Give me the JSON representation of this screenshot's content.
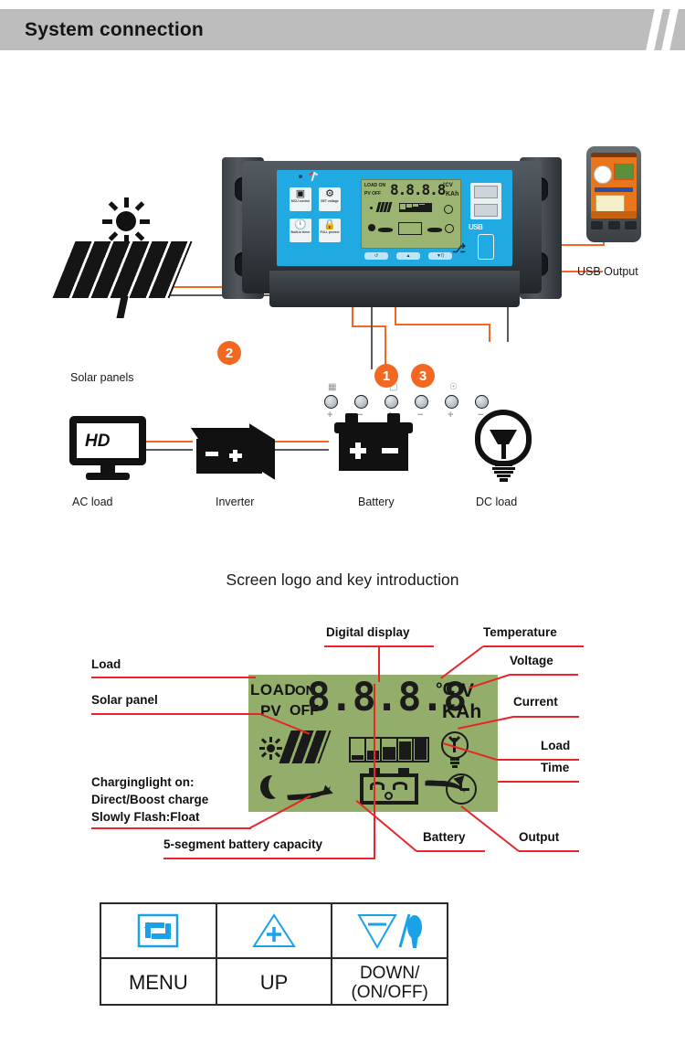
{
  "header": {
    "title": "System connection"
  },
  "diagram": {
    "labels": {
      "usb_output": "USB Output",
      "solar_panels": "Solar panels",
      "ac_load": "AC load",
      "inverter": "Inverter",
      "battery": "Battery",
      "dc_load": "DC load"
    },
    "badges": [
      "2",
      "1",
      "3"
    ],
    "controller": {
      "features": [
        {
          "glyph": "⧉",
          "caption": "MCU control",
          "icon": "mcu-chip-icon"
        },
        {
          "glyph": "⚙",
          "caption": "SET voltage",
          "icon": "gear-icon"
        },
        {
          "glyph": "◴",
          "caption": "Built-in timer",
          "icon": "clock-icon"
        },
        {
          "glyph": "ὑ2",
          "caption": "FULL protect",
          "icon": "lock-icon"
        }
      ],
      "buttons": [
        {
          "name": "menu-key",
          "glyph": "↺"
        },
        {
          "name": "up-key",
          "glyph": "▲"
        },
        {
          "name": "down-key",
          "glyph": "▼/)"
        }
      ],
      "usb_label": "USB",
      "terminal_poles": [
        "+",
        "−",
        "+",
        "−",
        "+",
        "−"
      ],
      "lcd": {
        "load": "LOAD",
        "on": "ON",
        "pv": "PV",
        "off": "OFF",
        "digits": "8.8.8.8",
        "celsius": "°C",
        "volt": "V",
        "kah": "KAh"
      }
    }
  },
  "section_title": "Screen logo and key introduction",
  "big_lcd": {
    "load_text": "LOAD",
    "on_text": "ON",
    "pv_text": "PV",
    "off_text": "OFF",
    "digits": "8.8.8.8",
    "celsius": "°C",
    "volt": "V",
    "kah": "KAh",
    "capacity_segments": 5,
    "capacity_fill_levels": [
      18,
      38,
      58,
      80,
      100
    ]
  },
  "callouts": {
    "digital_display": "Digital display",
    "temperature": "Temperature",
    "voltage": "Voltage",
    "current": "Current",
    "load": "Load",
    "time": "Time",
    "output": "Output",
    "battery": "Battery",
    "left_load": "Load",
    "solar_panel": "Solar panel",
    "charging_line1": "Charginglight on:",
    "charging_line2": "Direct/Boost charge",
    "charging_line3": "Slowly Flash:Float",
    "five_segment": "5-segment battery capacity"
  },
  "key_table": {
    "icons": [
      "menu-loop-icon",
      "up-plus-triangle-icon",
      "down-onoff-icon"
    ],
    "labels": [
      "MENU",
      "UP",
      "DOWN/\n(ON/OFF)"
    ],
    "label_menu": "MENU",
    "label_up": "UP",
    "label_down_1": "DOWN/",
    "label_down_2": "(ON/OFF)"
  },
  "colors": {
    "header_band": "#bdbdbd",
    "accent_orange": "#f26722",
    "lcd_green": "#93ad6a",
    "callout_red": "#e8262a",
    "device_blue": "#21a9e1",
    "key_icon_blue": "#1ba1e8"
  }
}
